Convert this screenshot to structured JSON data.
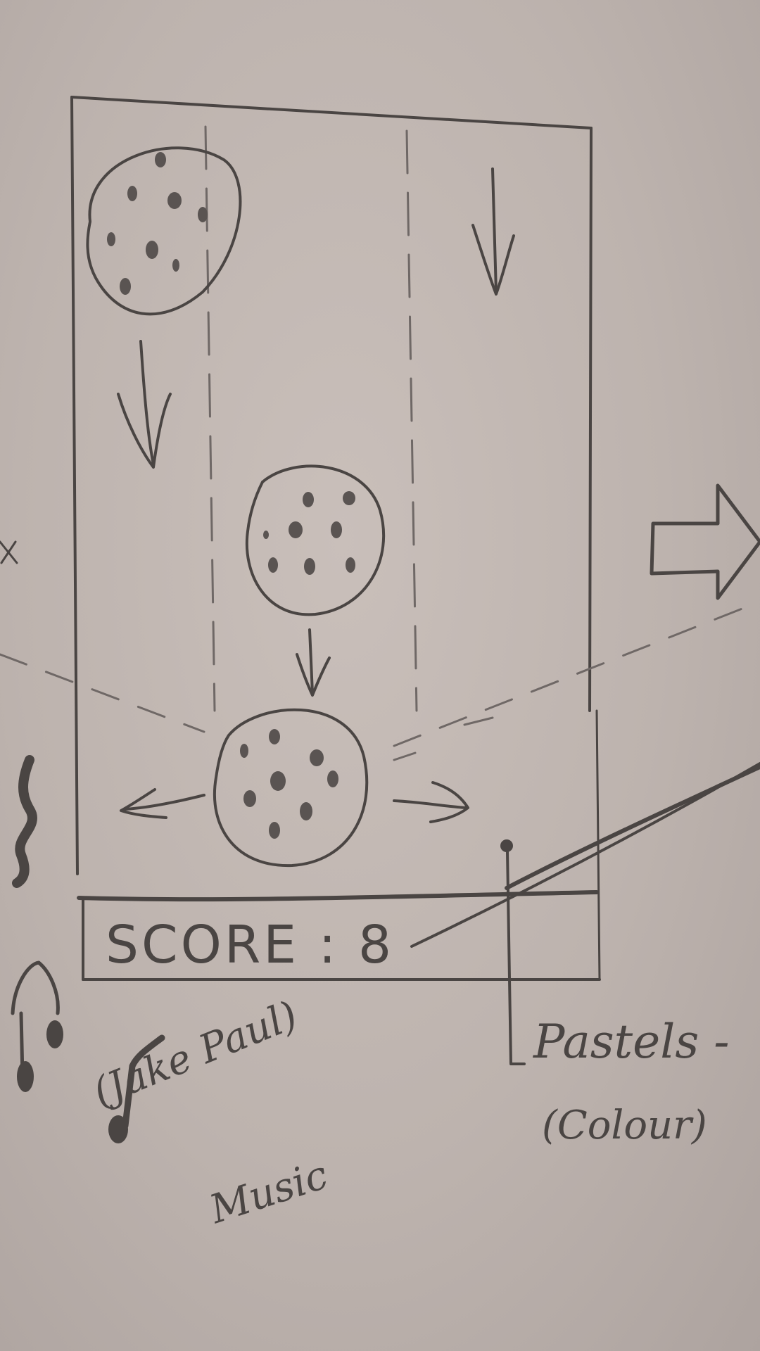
{
  "sketch": {
    "score_label": "SCORE : 8",
    "notes": {
      "pastels": "Pastels -",
      "colour": "(Colour)",
      "music_line_1": "(Jake Paul)",
      "music_line_2": "Music"
    },
    "icons": [
      "cookie-icon",
      "down-arrow-icon",
      "left-arrow-icon",
      "right-arrow-icon",
      "next-screen-arrow-icon",
      "music-note-icon",
      "pin-marker-icon"
    ],
    "colors": {
      "paper": "#c2b8b3",
      "pencil": "#4a4543"
    }
  }
}
